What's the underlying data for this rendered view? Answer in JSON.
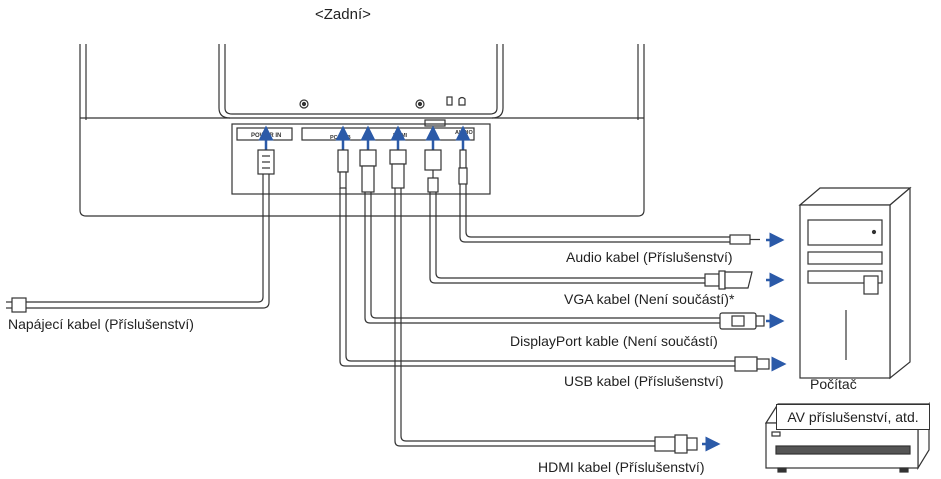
{
  "title": "<Zadní>",
  "port_labels": {
    "power": "POWER IN",
    "usb": "PC USB",
    "hdmi": "HDMI",
    "audio": "AUDIO"
  },
  "labels": {
    "audio_cable": "Audio kabel (Příslušenství)",
    "vga_cable": "VGA kabel (Není součástí)*",
    "displayport_cable": "DisplayPort kable (Není součástí)",
    "usb_cable": "USB kabel (Příslušenství)",
    "hdmi_cable": "HDMI kabel (Příslušenství)",
    "power_cable": "Napájecí kabel (Příslušenství)",
    "computer": "Počítač",
    "av_device": "AV příslušenství, atd."
  },
  "colors": {
    "arrow": "#2b5aa8",
    "line": "#333333",
    "cable_fill": "#ffffff"
  }
}
